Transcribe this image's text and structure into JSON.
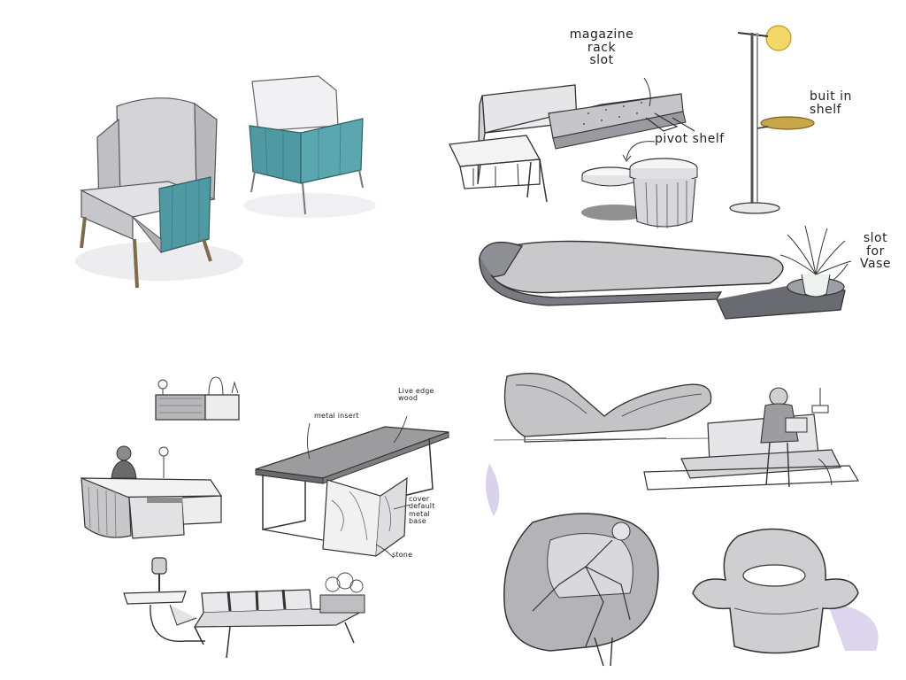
{
  "annotations": {
    "magazine_rack_slot": "magazine\nrack\nslot",
    "built_in_shelf": "buit in\nshelf",
    "pivot_shelf": "pivot shelf",
    "slot_for_vase": "slot\nfor\nVase",
    "metal_insert": "metal insert",
    "live_edge_wood": "Live edge\nwood",
    "metal_base": "cover\ndefault\nmetal\nbase",
    "stone": "stone"
  },
  "colors": {
    "ink": "#222222",
    "pencil": "#6a6a6a",
    "marker_gray": "#c9c9cc",
    "marker_dark": "#8e8f94",
    "teal_fabric": "#4f99a3",
    "brass": "#c8a64a",
    "lamp_glow": "#f2d86a",
    "lavender": "#cdc3e6"
  },
  "icons": [
    "armchair-sketch",
    "daybed-sketch",
    "floor-lamp-sketch",
    "bench-sketch",
    "desk-sketch",
    "table-sketch",
    "lounge-chair-sketch"
  ]
}
